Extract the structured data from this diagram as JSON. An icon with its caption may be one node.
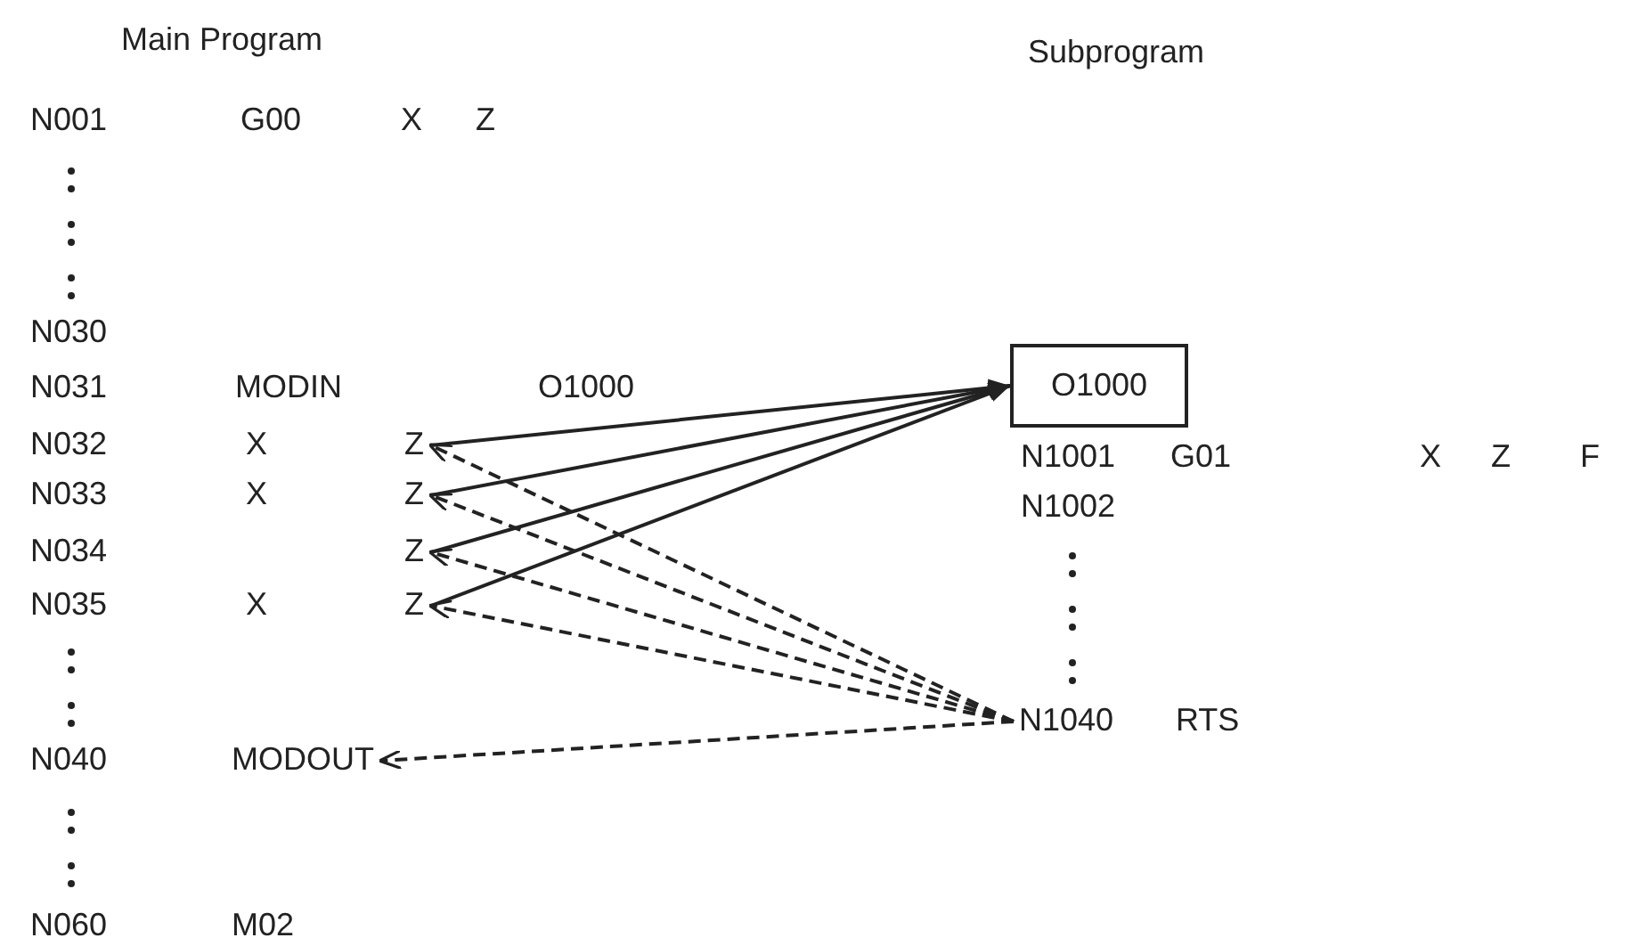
{
  "diagram": {
    "nodes": [
      {
        "text": [
          "Z"
        ]
      },
      {
        "text": [
          "Z"
        ]
      },
      {
        "text": [
          "Z"
        ]
      },
      {
        "text": [
          "Z"
        ]
      },
      {
        "text": [
          "O1000"
        ]
      },
      {
        "text": [
          "N1040"
        ]
      },
      {
        "text": [
          "MODOUT"
        ]
      }
    ],
    "edges": [
      {
        "from": 0,
        "to": 4,
        "arrow": "to"
      },
      {
        "from": 1,
        "to": 4,
        "arrow": "to"
      },
      {
        "from": 2,
        "to": 4,
        "arrow": "to"
      },
      {
        "from": 3,
        "to": 4,
        "arrow": "to"
      },
      {
        "from": 5,
        "to": 0,
        "arrow": "to",
        "style": "dashed"
      },
      {
        "from": 5,
        "to": 1,
        "arrow": "to",
        "style": "dashed"
      },
      {
        "from": 5,
        "to": 2,
        "arrow": "to",
        "style": "dashed"
      },
      {
        "from": 5,
        "to": 3,
        "arrow": "to",
        "style": "dashed"
      },
      {
        "from": 5,
        "to": 6,
        "arrow": "to",
        "style": "dashed"
      }
    ],
    "labels": [
      "Main Program",
      "Subprogram",
      "N001",
      "G00",
      "X",
      "Z",
      "N030",
      "N031",
      "MODIN",
      "O1000",
      "N032",
      "X",
      "N1001",
      "G01",
      "X",
      "Z",
      "F",
      "N033",
      "X",
      "N1002",
      "N034",
      "N035",
      "X",
      "RTS",
      "N040",
      "N060",
      "M02"
    ]
  }
}
